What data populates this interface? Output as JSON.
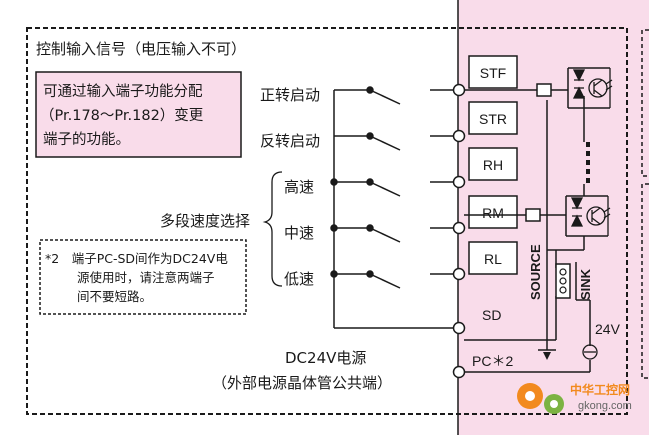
{
  "colors": {
    "pink_panel": "#f9dcea",
    "note_fill": "#f9dcea",
    "line": "#1a1a1a",
    "watermark_orange": "#f28a1e",
    "watermark_green": "#7cb342"
  },
  "section_title": "控制输入信号（电压输入不可）",
  "note1": {
    "line1": "可通过输入端子功能分配",
    "line2": "（Pr.178～Pr.182）变更",
    "line3": "端子的功能。"
  },
  "note2": {
    "line1": "*2　端子PC-SD间作为DC24V电",
    "line2": "源使用时，请注意两端子",
    "line3": "间不要短路。"
  },
  "labels": {
    "forward": "正转启动",
    "reverse": "反转启动",
    "high": "高速",
    "mid": "中速",
    "low": "低速",
    "multi_speed": "多段速度选择",
    "dc24v": "DC24V电源",
    "dc24v_sub": "（外部电源晶体管公共端）",
    "source": "SOURCE",
    "sink": "SINK",
    "v24": "24V"
  },
  "terminals": {
    "stf": "STF",
    "str": "STR",
    "rh": "RH",
    "rm": "RM",
    "rl": "RL",
    "sd": "SD",
    "pc": "PC＊2"
  },
  "watermark": {
    "brand": "中华工控网",
    "url": "gkong.com"
  }
}
